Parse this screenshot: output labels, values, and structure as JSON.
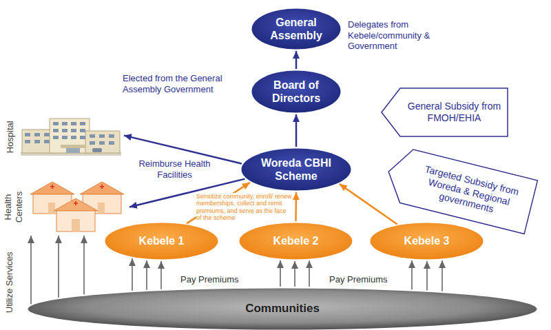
{
  "diagram": {
    "nodes": [
      {
        "text": [
          "General Assembly"
        ]
      },
      {
        "text": [
          "Board of Directors"
        ]
      },
      {
        "text": [
          "General Subsidy from FMOH/EHIA"
        ]
      },
      {
        "text": [
          "Hospital"
        ]
      },
      {
        "text": [
          "Woreda CBHI Scheme"
        ]
      },
      {
        "text": [
          "Targeted Subsidy from Woreda & Regional governments"
        ]
      },
      {
        "text": [
          "Health Centers"
        ]
      },
      {
        "text": [
          "Kebele 1"
        ]
      },
      {
        "text": [
          "Kebele 2"
        ]
      },
      {
        "text": [
          "Kebele 3"
        ]
      },
      {
        "text": [
          "Communities"
        ]
      }
    ],
    "edges": [
      {
        "from": 1,
        "to": 0,
        "arrow": "to"
      },
      {
        "from": 4,
        "to": 1,
        "arrow": "to"
      },
      {
        "from": 4,
        "to": 3,
        "arrow": "to"
      },
      {
        "from": 4,
        "to": 6,
        "arrow": "to"
      },
      {
        "from": 7,
        "to": 4,
        "arrow": "to"
      },
      {
        "from": 8,
        "to": 4,
        "arrow": "to"
      },
      {
        "from": 9,
        "to": 4,
        "arrow": "to"
      },
      {
        "from": 10,
        "to": 6,
        "arrow": "to"
      },
      {
        "from": 10,
        "to": 6,
        "arrow": "to"
      },
      {
        "from": 10,
        "to": 6,
        "arrow": "to"
      },
      {
        "from": 10,
        "to": 7,
        "arrow": "to"
      },
      {
        "from": 10,
        "to": 7,
        "arrow": "to"
      },
      {
        "from": 10,
        "to": 7,
        "arrow": "to"
      },
      {
        "from": 10,
        "to": 8,
        "arrow": "to"
      },
      {
        "from": 10,
        "to": 8,
        "arrow": "to"
      },
      {
        "from": 10,
        "to": 8,
        "arrow": "to"
      },
      {
        "from": 10,
        "to": 9,
        "arrow": "to"
      },
      {
        "from": 10,
        "to": 9,
        "arrow": "to"
      },
      {
        "from": 10,
        "to": 9,
        "arrow": "to"
      }
    ],
    "labels": [
      "Delegates from Kebele/community & Government",
      "Elected from the General Assembly Government",
      "Reimburse Health Facilities",
      "Sensitize community, enroll/ renew memberships, collect and remit premiums, and serve as the face of the scheme",
      "Pay Premiums",
      "Pay Premiums",
      "Utilize Services"
    ]
  }
}
